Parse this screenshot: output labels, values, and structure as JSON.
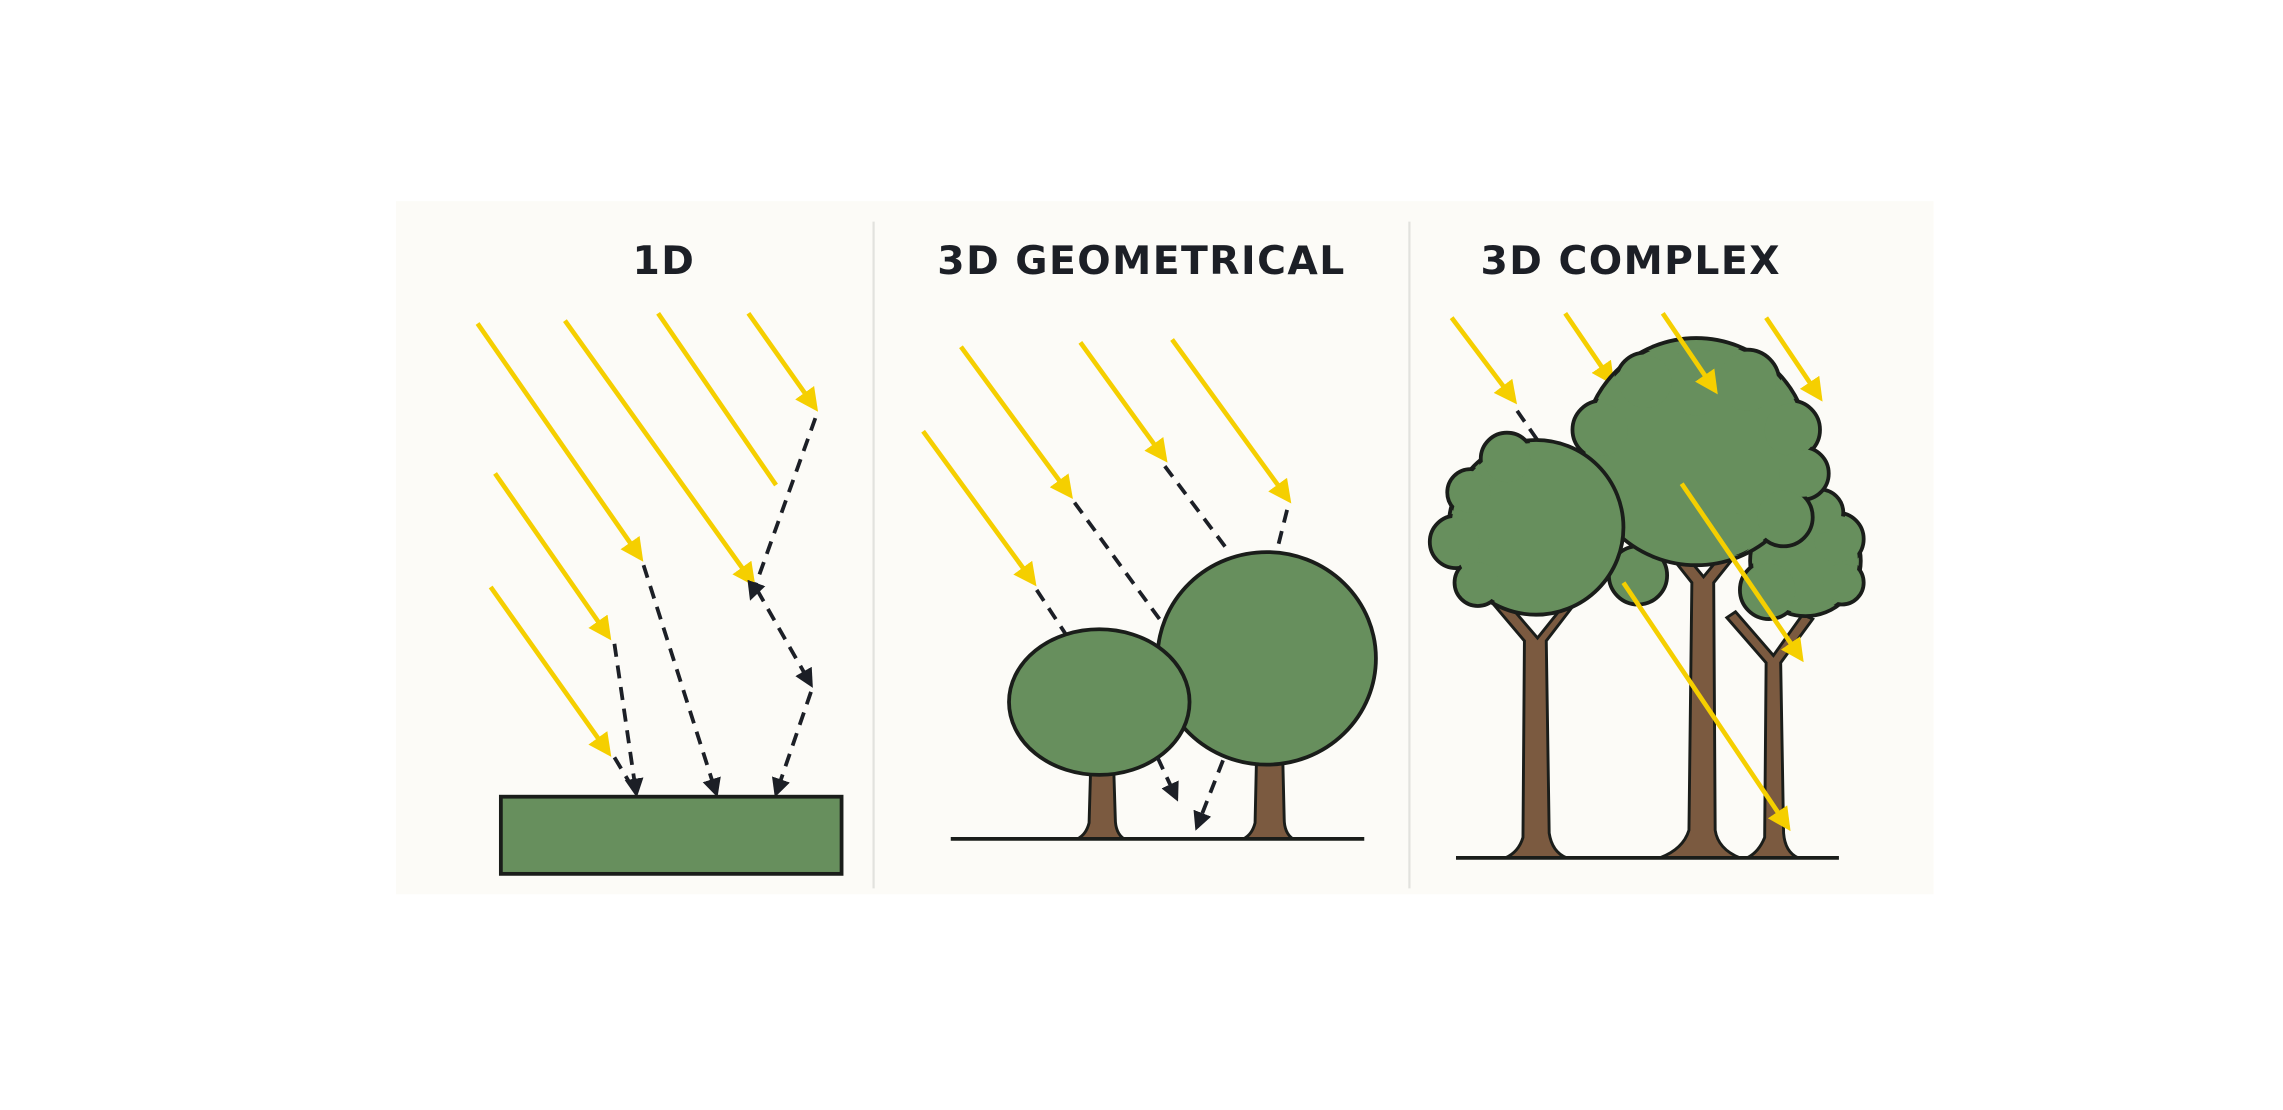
{
  "panels": [
    {
      "title": "1D"
    },
    {
      "title": "3D GEOMETRICAL"
    },
    {
      "title": "3D COMPLEX"
    }
  ],
  "colors": {
    "sunlight": "#f5cf00",
    "reflected": "#1c1f26",
    "vegetation": "#678f5d",
    "trunk": "#7b5a40",
    "panel_background": "#fcfbf7"
  }
}
